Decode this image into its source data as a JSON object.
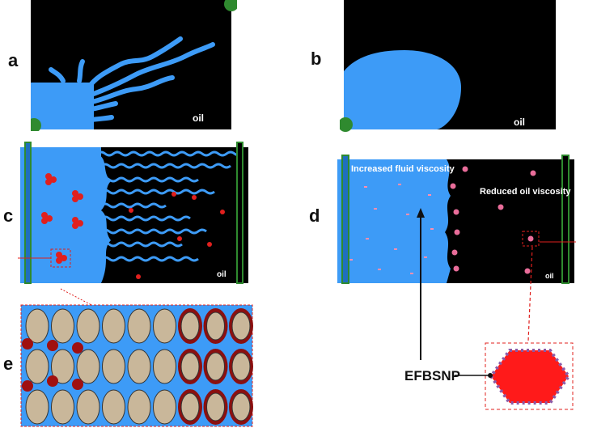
{
  "panels": {
    "a": {
      "label": "a",
      "oil_text": "oil"
    },
    "b": {
      "label": "b",
      "oil_text": "oil"
    },
    "c": {
      "label": "c",
      "oil_text": "oil"
    },
    "d": {
      "label": "d",
      "oil_text": "oil",
      "left_text": "Increased fluid viscosity",
      "right_text": "Reduced oil viscosity"
    },
    "e": {
      "label": "e"
    }
  },
  "callouts": {
    "nanoparticle_label": "EFBSNP"
  },
  "colors": {
    "water": "#3d9bf7",
    "oil": "#000000",
    "well": "#2f8a2f",
    "droplet": "#e0201e",
    "nanoparticle": "#ff1a1a",
    "coating": "#8a5aa8",
    "grain": "#c9b79a",
    "dark_red": "#8b1010"
  },
  "icons": [
    "well-pipe-icon",
    "wellhead-icon",
    "droplet-cluster-icon",
    "flower-particle-icon",
    "hexagon-nanoparticle-icon"
  ]
}
